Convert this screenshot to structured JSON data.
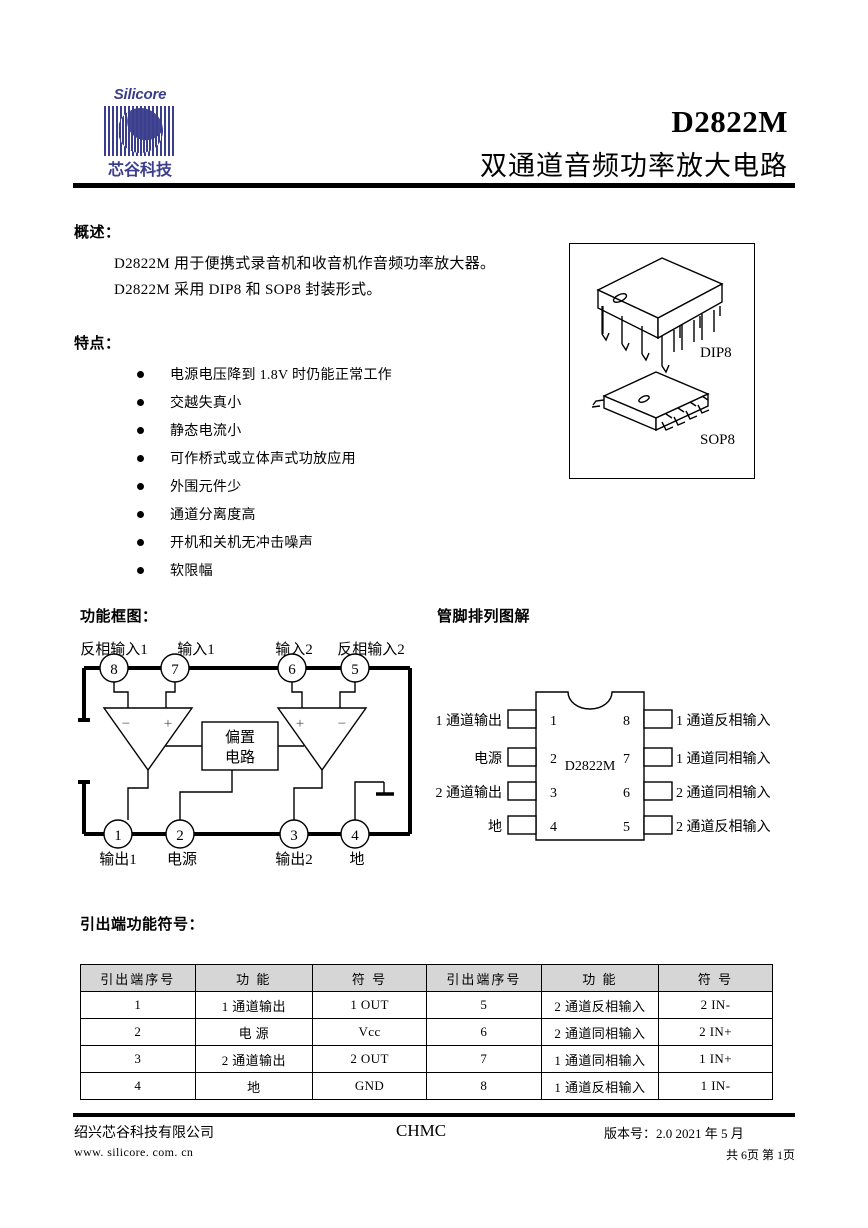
{
  "header": {
    "logo_word": "Silicore",
    "logo_cn": "芯谷科技",
    "logo_color": "#3b3e8c",
    "title": "D2822M",
    "subtitle": "双通道音频功率放大电路"
  },
  "overview": {
    "heading": "概述：",
    "lines": [
      "D2822M 用于便携式录音机和收音机作音频功率放大器。",
      "D2822M 采用 DIP8 和 SOP8 封装形式。"
    ]
  },
  "features": {
    "heading": "特点：",
    "items": [
      "电源电压降到 1.8V 时仍能正常工作",
      "交越失真小",
      "静态电流小",
      "可作桥式或立体声式功放应用",
      "外围元件少",
      "通道分离度高",
      "开机和关机无冲击噪声",
      "软限幅"
    ]
  },
  "packages": {
    "dip_label": "DIP8",
    "sop_label": "SOP8"
  },
  "block_diagram": {
    "heading": "功能框图：",
    "bias_line1": "偏置",
    "bias_line2": "电路",
    "top_pins": [
      {
        "num": "8",
        "label": "反相输入1"
      },
      {
        "num": "7",
        "label": "输入1"
      },
      {
        "num": "6",
        "label": "输入2"
      },
      {
        "num": "5",
        "label": "反相输入2"
      }
    ],
    "bottom_pins": [
      {
        "num": "1",
        "label": "输出1"
      },
      {
        "num": "2",
        "label": "电源"
      },
      {
        "num": "3",
        "label": "输出2"
      },
      {
        "num": "4",
        "label": "地"
      }
    ],
    "amp_left_signs": [
      "−",
      "+"
    ],
    "amp_right_signs": [
      "+",
      "−"
    ]
  },
  "pinout": {
    "heading": "管脚排列图解",
    "chip_label": "D2822M",
    "left_pins": [
      {
        "num": "1",
        "label": "1 通道输出"
      },
      {
        "num": "2",
        "label": "电源"
      },
      {
        "num": "3",
        "label": "2 通道输出"
      },
      {
        "num": "4",
        "label": "地"
      }
    ],
    "right_pins": [
      {
        "num": "8",
        "label": "1 通道反相输入"
      },
      {
        "num": "7",
        "label": "1 通道同相输入"
      },
      {
        "num": "6",
        "label": "2 通道同相输入"
      },
      {
        "num": "5",
        "label": "2 通道反相输入"
      }
    ]
  },
  "pin_table": {
    "heading": "引出端功能符号：",
    "columns": [
      "引出端序号",
      "功  能",
      "符  号",
      "引出端序号",
      "功  能",
      "符  号"
    ],
    "rows": [
      [
        "1",
        "1 通道输出",
        "1 OUT",
        "5",
        "2 通道反相输入",
        "2 IN-"
      ],
      [
        "2",
        "电  源",
        "Vcc",
        "6",
        "2 通道同相输入",
        "2 IN+"
      ],
      [
        "3",
        "2 通道输出",
        "2 OUT",
        "7",
        "1 通道同相输入",
        "1 IN+"
      ],
      [
        "4",
        "地",
        "GND",
        "8",
        "1 通道反相输入",
        "1 IN-"
      ]
    ]
  },
  "footer": {
    "company": "绍兴芯谷科技有限公司",
    "website": "www. silicore. com. cn",
    "center": "CHMC",
    "version": "版本号：2.0    2021 年 5 月",
    "pages": "共 6页 第 1页"
  }
}
